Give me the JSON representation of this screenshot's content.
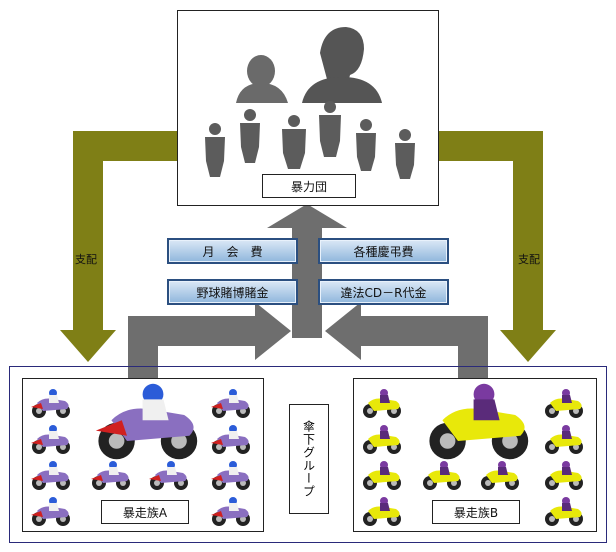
{
  "diagram": {
    "gang_label": "暴力団",
    "fees": [
      "月　会　費",
      "各種慶弔費",
      "野球賭博賭金",
      "違法CD－R代金"
    ],
    "left_side_label": "支配",
    "right_side_label": "支配",
    "umbrella_label": "傘下グループ",
    "group_a_label": "暴走族A",
    "group_b_label": "暴走族B"
  },
  "colors": {
    "control_arrow": "#7f7f16",
    "flow_arrow": "#6e6e6e",
    "group_a_bike": "#8a6fc0",
    "group_b_bike": "#e8e80a",
    "frame": "#2a2a7a"
  },
  "icons": {
    "gang_boss": "person-silhouette",
    "gang_member": "person-silhouette",
    "biker": "motorcycle-rider"
  }
}
